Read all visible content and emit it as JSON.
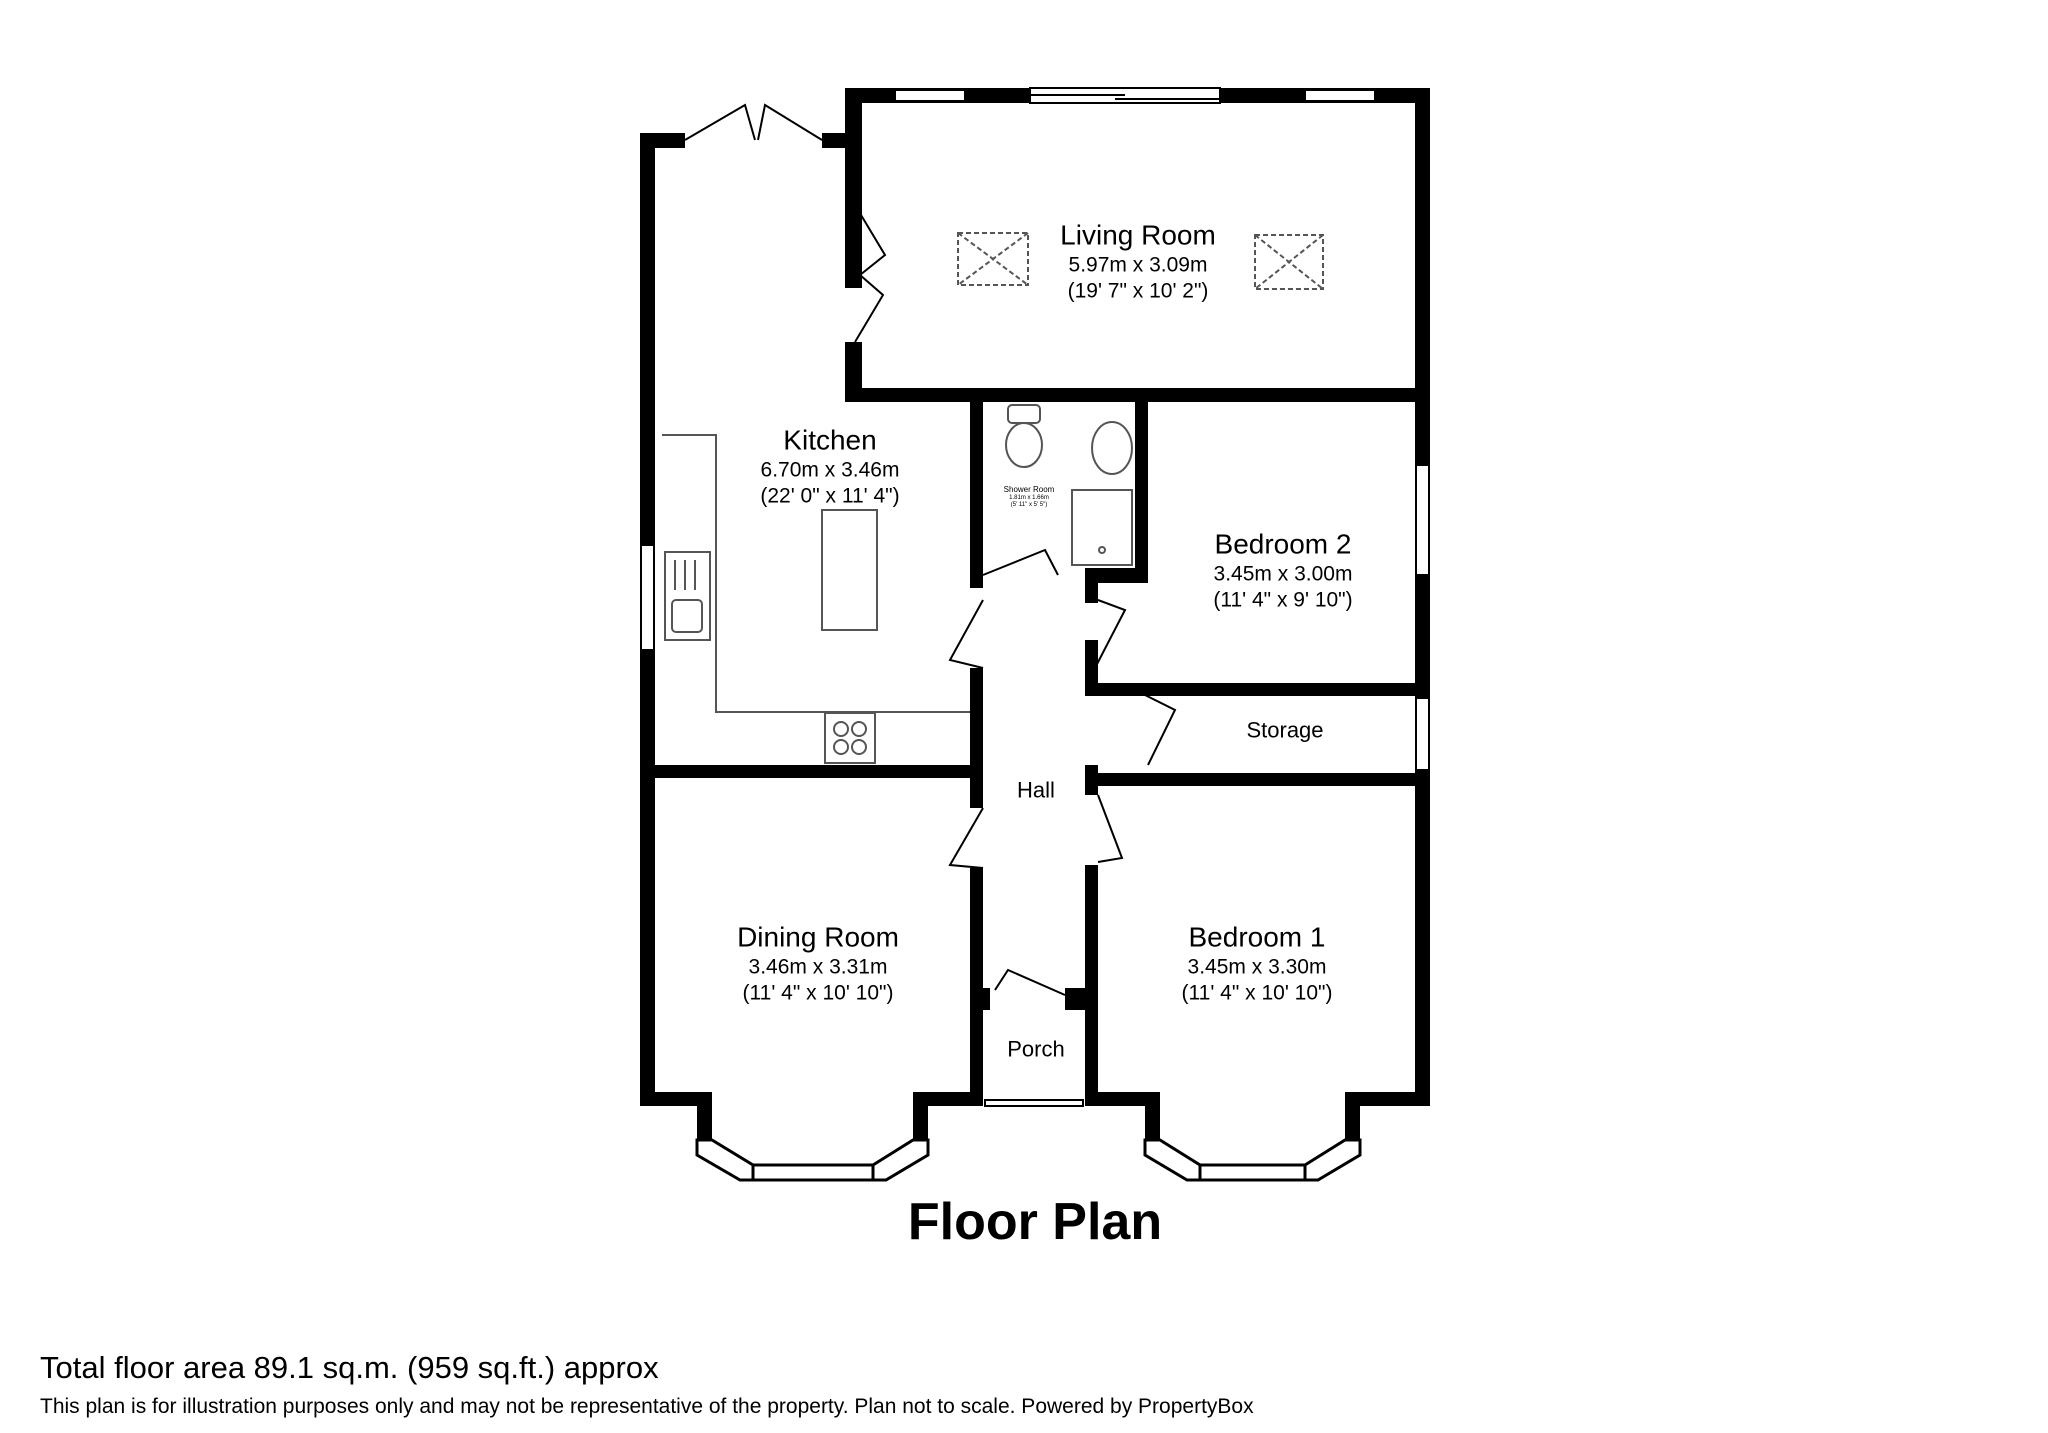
{
  "plan": {
    "title": "Floor Plan",
    "total_area": "Total floor area 89.1 sq.m. (959 sq.ft.) approx",
    "disclaimer": "This plan is for illustration purposes only and may not be representative of the property. Plan not to scale. Powered by PropertyBox"
  },
  "rooms": {
    "living_room": {
      "name": "Living Room",
      "metric": "5.97m x 3.09m",
      "imperial": "(19' 7\" x 10' 2\")"
    },
    "kitchen": {
      "name": "Kitchen",
      "metric": "6.70m x 3.46m",
      "imperial": "(22' 0\" x 11' 4\")"
    },
    "shower_room": {
      "name": "Shower Room",
      "metric": "1.81m x 1.66m",
      "imperial": "(5' 11\" x 5' 5\")"
    },
    "bedroom_2": {
      "name": "Bedroom 2",
      "metric": "3.45m x 3.00m",
      "imperial": "(11' 4\" x 9' 10\")"
    },
    "storage": {
      "name": "Storage"
    },
    "hall": {
      "name": "Hall"
    },
    "dining_room": {
      "name": "Dining Room",
      "metric": "3.46m x 3.31m",
      "imperial": "(11' 4\" x 10' 10\")"
    },
    "bedroom_1": {
      "name": "Bedroom 1",
      "metric": "3.45m x 3.30m",
      "imperial": "(11' 4\" x 10' 10\")"
    },
    "porch": {
      "name": "Porch"
    }
  },
  "colors": {
    "wall": "#000000",
    "fixture": "#555555",
    "window_fill": "#ffffff"
  }
}
